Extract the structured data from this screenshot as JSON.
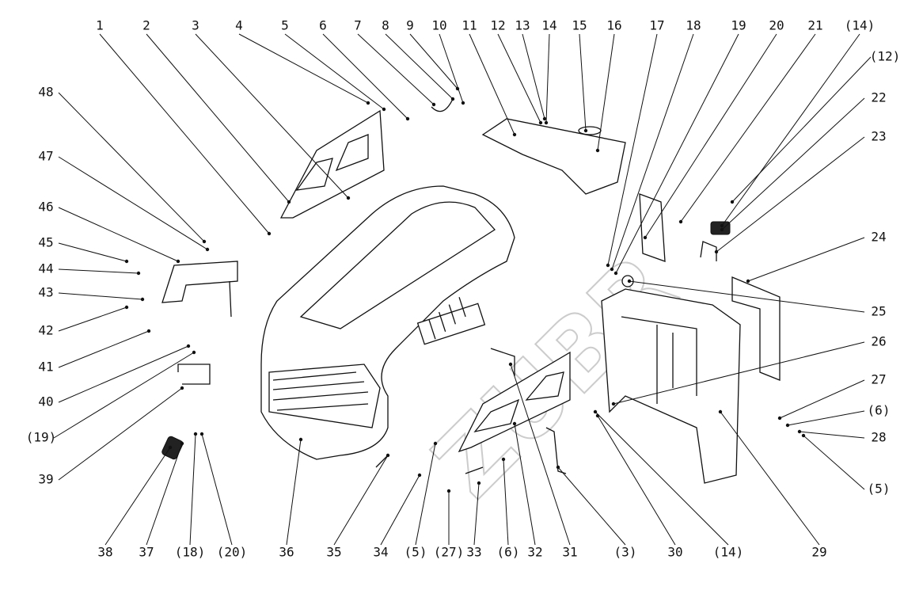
{
  "diagram": {
    "callouts": [
      "1",
      "2",
      "3",
      "4",
      "5",
      "6",
      "7",
      "8",
      "9",
      "10",
      "11",
      "12",
      "13",
      "14",
      "15",
      "16",
      "17",
      "18",
      "19",
      "20",
      "21",
      "(14)",
      "(12)",
      "22",
      "23",
      "24",
      "25",
      "26",
      "27",
      "(6)",
      "28",
      "(5)",
      "29",
      "(14)",
      "30",
      "(3)",
      "31",
      "32",
      "(6)",
      "33",
      "(27)",
      "(5)",
      "34",
      "35",
      "36",
      "(20)",
      "(18)",
      "37",
      "38",
      "39",
      "(19)",
      "40",
      "41",
      "42",
      "43",
      "44",
      "45",
      "46",
      "47",
      "48"
    ],
    "watermark": "ZUBR"
  }
}
